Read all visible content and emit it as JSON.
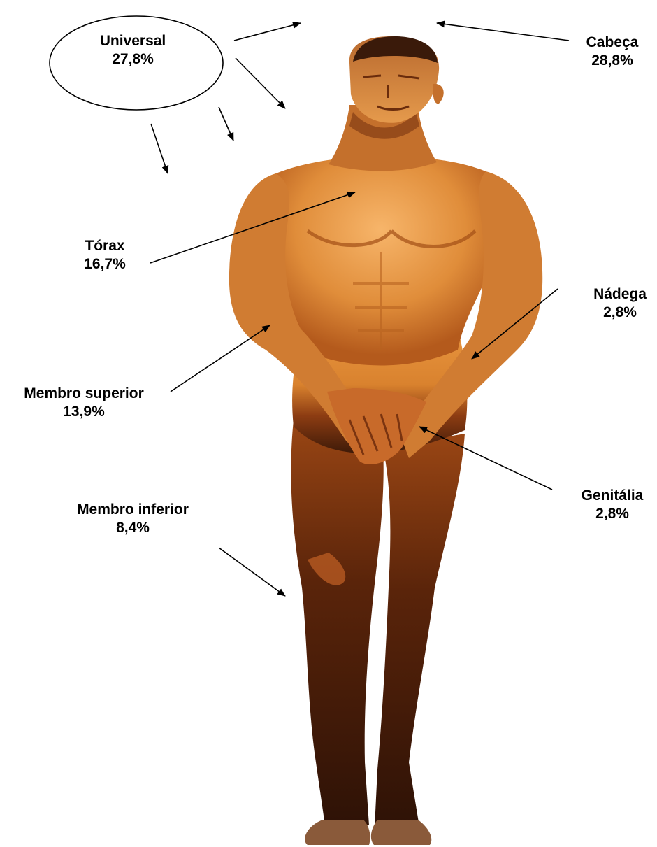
{
  "colors": {
    "line": "#000000",
    "skin_light": "#f0a45a",
    "skin_mid": "#c86a24",
    "skin_dark": "#5a2a0e"
  },
  "regions": [
    {
      "id": "universal",
      "name": "Universal",
      "value": "27,8%"
    },
    {
      "id": "cabeca",
      "name": "Cabeça",
      "value": "28,8%"
    },
    {
      "id": "torax",
      "name": "Tórax",
      "value": "16,7%"
    },
    {
      "id": "nadega",
      "name": "Nádega",
      "value": "2,8%"
    },
    {
      "id": "membro-superior",
      "name": "Membro superior",
      "value": "13,9%"
    },
    {
      "id": "genitalia",
      "name": "Genitália",
      "value": "2,8%"
    },
    {
      "id": "membro-inferior",
      "name": "Membro inferior",
      "value": "8,4%"
    }
  ]
}
